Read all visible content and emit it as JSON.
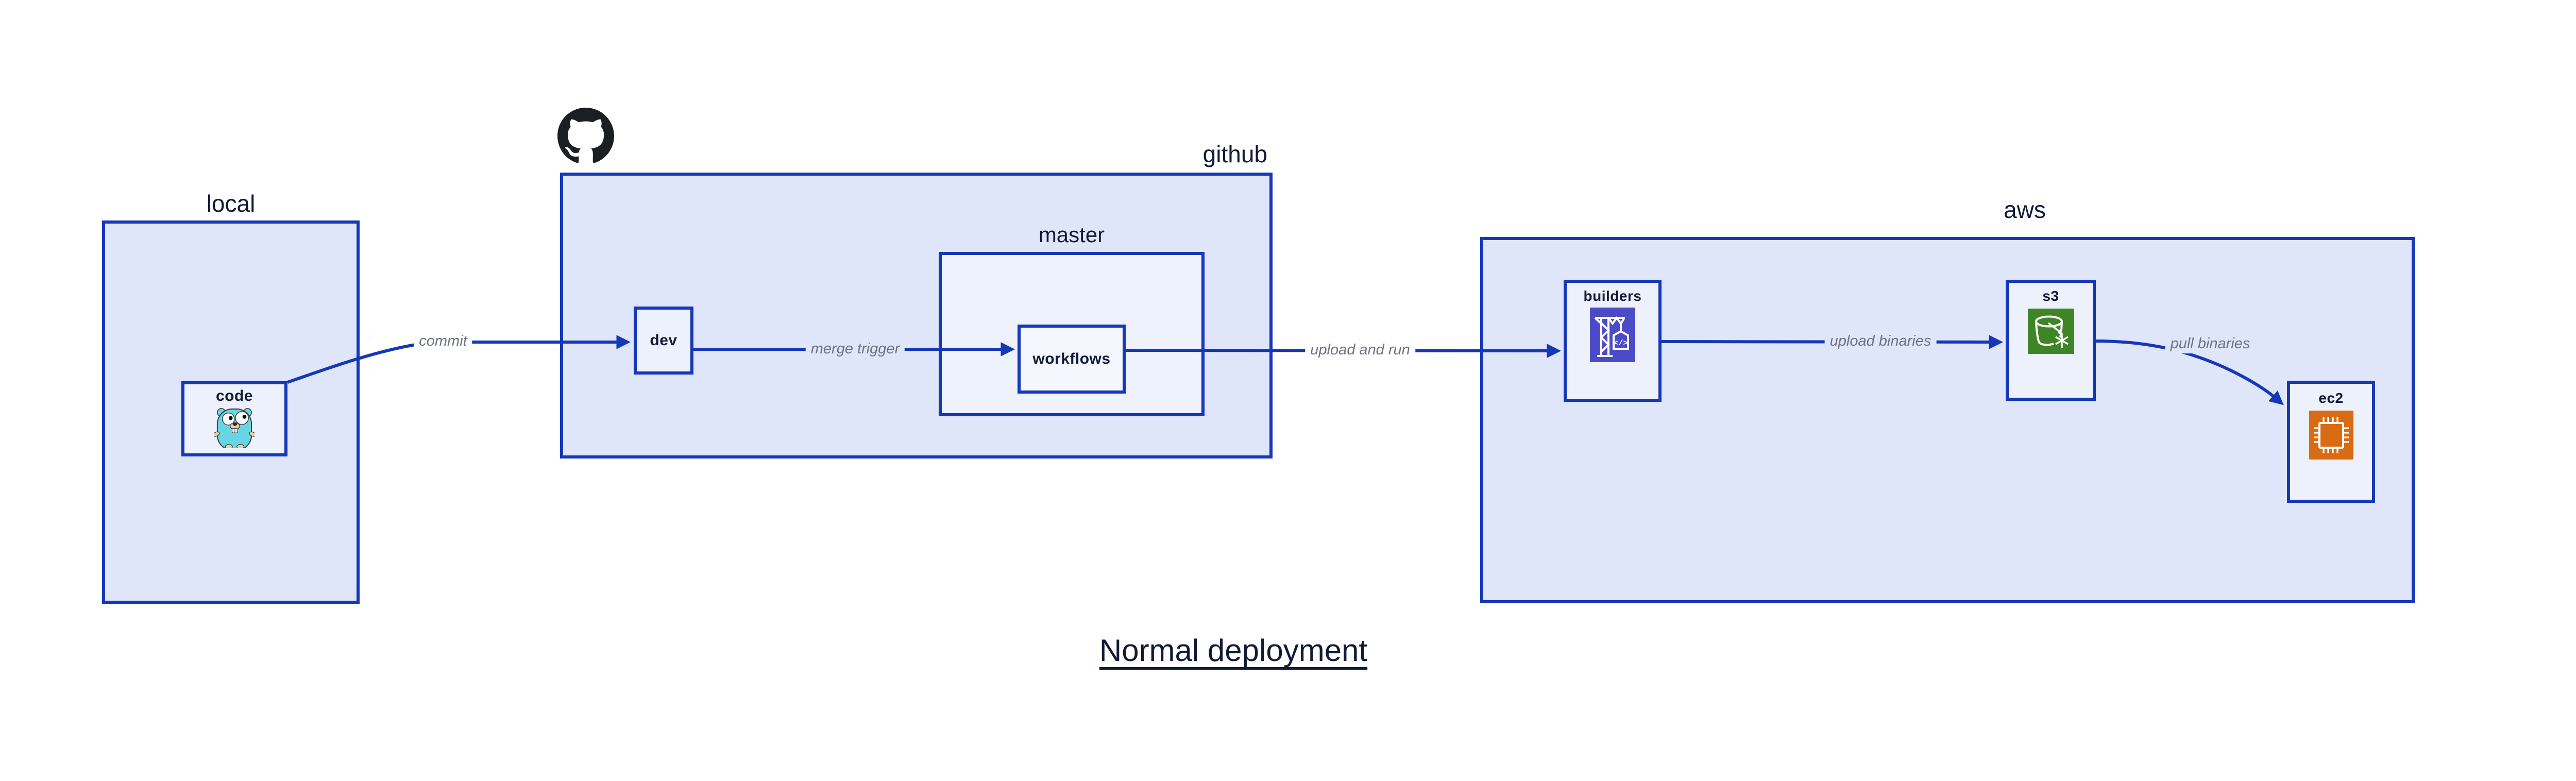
{
  "diagram": {
    "title": "Normal deployment",
    "colors": {
      "accent_blue": "#1537b8",
      "group_fill": "#dfe6f9",
      "node_fill": "#edf1fc",
      "dark_text": "#131a36",
      "edge_label_gray": "#6e7280",
      "builders_icon_purple": "#4b4bc7",
      "s3_icon_green": "#3e8526",
      "ec2_icon_orange": "#d96c12",
      "github_logo_black": "#1b1f23",
      "gopher_teal": "#67d5e3"
    },
    "groups": [
      {
        "id": "local",
        "label": "local"
      },
      {
        "id": "github",
        "label": "github"
      },
      {
        "id": "master",
        "label": "master"
      },
      {
        "id": "aws",
        "label": "aws"
      }
    ],
    "nodes": [
      {
        "id": "code",
        "label": "code",
        "icon": "go-gopher-icon"
      },
      {
        "id": "dev",
        "label": "dev"
      },
      {
        "id": "workflows",
        "label": "workflows"
      },
      {
        "id": "builders",
        "label": "builders",
        "icon": "codebuild-crane-icon",
        "icon_text": "</>"
      },
      {
        "id": "s3",
        "label": "s3",
        "icon": "s3-bucket-icon"
      },
      {
        "id": "ec2",
        "label": "ec2",
        "icon": "ec2-chip-icon"
      }
    ],
    "edges": [
      {
        "from": "code",
        "to": "dev",
        "label": "commit"
      },
      {
        "from": "dev",
        "to": "workflows",
        "label": "merge trigger"
      },
      {
        "from": "workflows",
        "to": "builders",
        "label": "upload and run"
      },
      {
        "from": "builders",
        "to": "s3",
        "label": "upload binaries"
      },
      {
        "from": "s3",
        "to": "ec2",
        "label": "pull binaries"
      }
    ]
  }
}
